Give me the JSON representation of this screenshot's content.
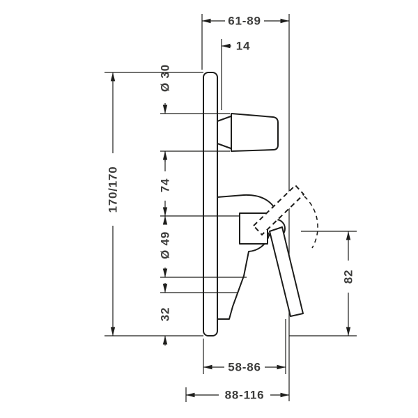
{
  "diagram": {
    "background": "#ffffff",
    "line_color": "#1d1d1b",
    "text_color": "#3c3c3b",
    "dimensions": {
      "projection_top": {
        "label": "61-89"
      },
      "handle_offset": {
        "label": "14"
      },
      "handle_diameter": {
        "label": "Ø 30"
      },
      "plate_height": {
        "label": "170/170"
      },
      "axis_distance": {
        "label": "74"
      },
      "escutcheon_diameter": {
        "label": "Ø 49"
      },
      "bottom_offset": {
        "label": "32"
      },
      "lever_drop": {
        "label": "82"
      },
      "projection_lever": {
        "label": "58-86"
      },
      "projection_total": {
        "label": "88-116"
      }
    }
  }
}
